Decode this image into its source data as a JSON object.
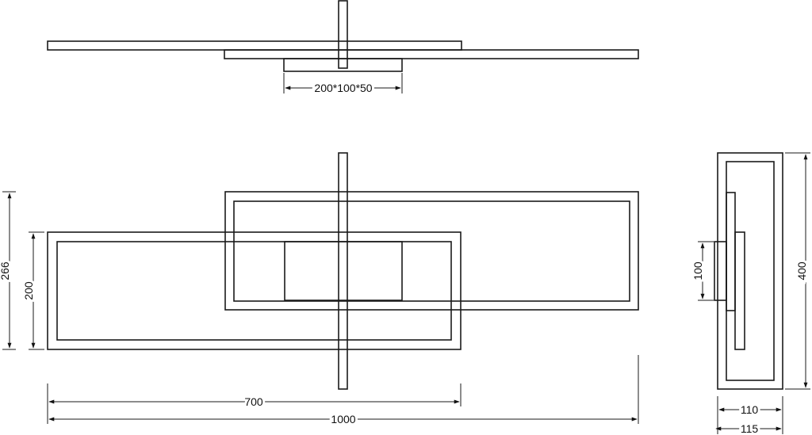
{
  "dimensions": {
    "base_size": "200*100*50",
    "height_266": "266",
    "height_200": "200",
    "width_700": "700",
    "width_1000": "1000",
    "side_100": "100",
    "side_400": "400",
    "side_110": "110",
    "side_115": "115"
  },
  "colors": {
    "line": "#1a1a1a",
    "background": "#ffffff"
  }
}
